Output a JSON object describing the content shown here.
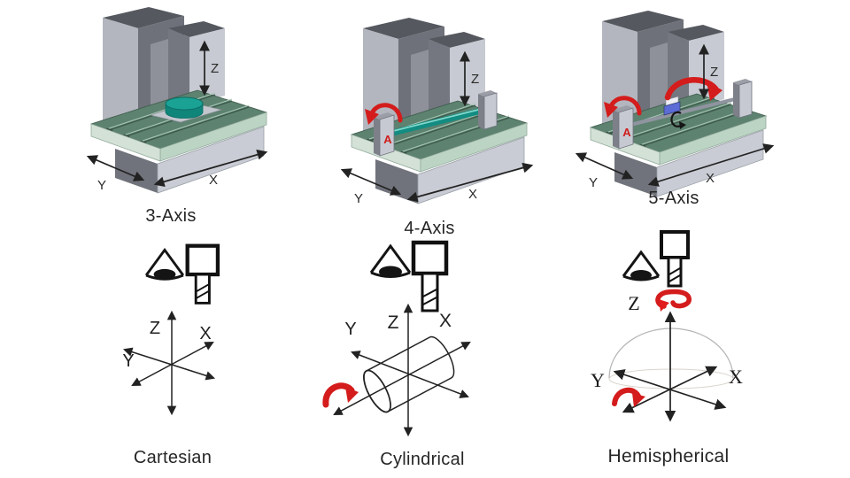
{
  "machines": [
    {
      "title": "3-Axis",
      "labels": {
        "x": "X",
        "y": "Y",
        "z": "Z"
      }
    },
    {
      "title": "4-Axis",
      "labels": {
        "x": "X",
        "y": "Y",
        "z": "Z",
        "a": "A"
      }
    },
    {
      "title": "5-Axis",
      "labels": {
        "x": "X",
        "y": "Y",
        "z": "Z",
        "a": "A"
      }
    }
  ],
  "systems": [
    {
      "title": "Cartesian",
      "labels": {
        "x": "X",
        "y": "Y",
        "z": "Z"
      }
    },
    {
      "title": "Cylindrical",
      "labels": {
        "x": "X",
        "y": "Y",
        "z": "Z"
      }
    },
    {
      "title": "Hemispherical",
      "labels": {
        "x": "X",
        "y": "Y",
        "z": "Z"
      }
    }
  ],
  "colors": {
    "rotation_red": "#d41c1c",
    "workpiece_teal": "#1aa295",
    "table_green": "#5d8270",
    "table_edge_green": "#bcd4c4",
    "base_gray": "#c9ccd4",
    "column_gray": "#6e7179",
    "line_black": "#222222"
  }
}
